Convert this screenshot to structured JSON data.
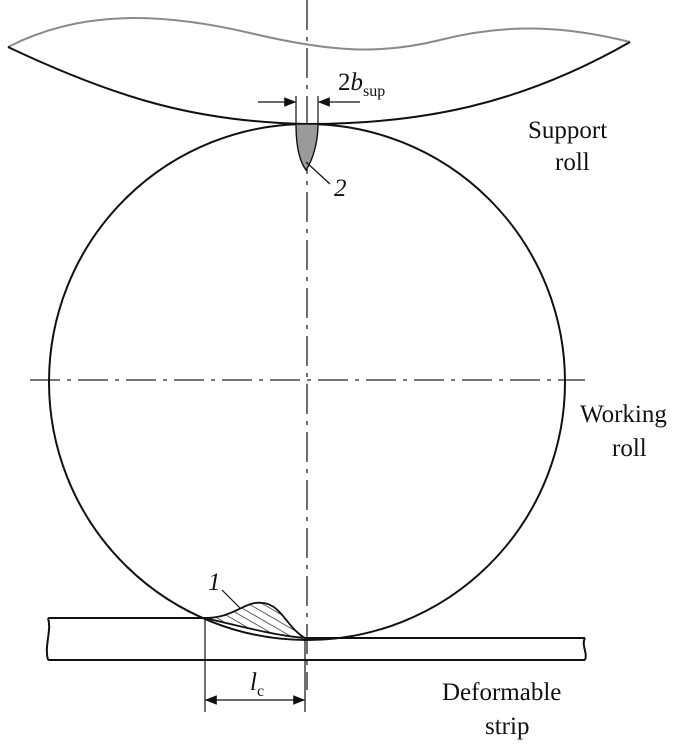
{
  "labels": {
    "support_roll_line1": "Support",
    "support_roll_line2": "roll",
    "working_roll_line1": "Working",
    "working_roll_line2": "roll",
    "strip_line1": "Deformable",
    "strip_line2": "strip",
    "dim_2b_coef": "2",
    "dim_2b_var": "b",
    "dim_2b_sub": "sup",
    "dim_lc_var": "l",
    "dim_lc_sub": "c",
    "marker_1": "1",
    "marker_2": "2"
  },
  "colors": {
    "line": "#111111",
    "support_roll_top": "#8a8a8a",
    "contact_zone_fill": "#9a9a9a"
  }
}
